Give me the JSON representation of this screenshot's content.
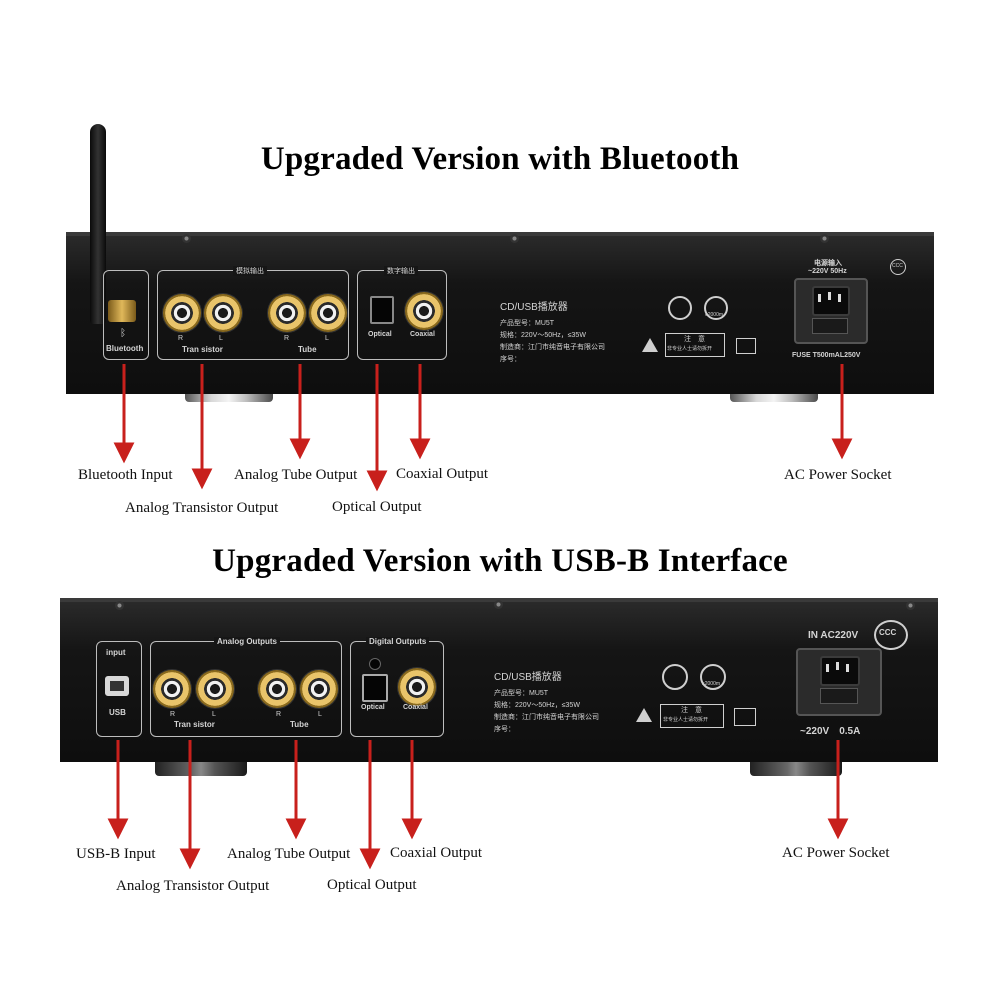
{
  "top": {
    "headline": "Upgraded Version with Bluetooth",
    "panel": {
      "analog_group": "模拟输出",
      "digital_group": "数字输出",
      "bluetooth_label": "Bluetooth",
      "transistor_label": "Tran sistor",
      "tube_label": "Tube",
      "r": "R",
      "l": "L",
      "optical_label": "Optical",
      "coaxial_label": "Coaxial",
      "product_title": "CD/USB播放器",
      "model_line": "产品型号：MU5T",
      "spec_line": "规格：220V～50Hz，≤35W",
      "maker_line": "制造商：江门市纯音电子有限公司",
      "serial_line": "序号：",
      "altitude": "≤2000m",
      "note_title": "注　意",
      "note_body": "非专业人士请勿拆开",
      "power_title": "电源输入",
      "power_spec": "~220V 50Hz",
      "fuse": "FUSE T500mAL250V",
      "cert": "CCC"
    },
    "callouts": {
      "bluetooth_input": "Bluetooth Input",
      "analog_transistor_output": "Analog Transistor Output",
      "analog_tube_output": "Analog Tube Output",
      "optical_output": "Optical Output",
      "coaxial_output": "Coaxial Output",
      "ac_power_socket": "AC Power Socket"
    }
  },
  "bottom": {
    "headline": "Upgraded Version with USB-B Interface",
    "panel": {
      "analog_group": "Analog Outputs",
      "digital_group": "Digital Outputs",
      "input_label": "input",
      "usb_label": "USB",
      "transistor_label": "Tran sistor",
      "tube_label": "Tube",
      "r": "R",
      "l": "L",
      "optical_label": "Optical",
      "coaxial_label": "Coaxial",
      "product_title": "CD/USB播放器",
      "model_line": "产品型号：MU5T",
      "spec_line": "规格：220V～50Hz，≤35W",
      "maker_line": "制造商：江门市纯音电子有限公司",
      "serial_line": "序号：",
      "altitude": "≤2000m",
      "note_title": "注　意",
      "note_body": "非专业人士请勿拆开",
      "power_title": "IN AC220V",
      "power_spec": "~220V　0.5A",
      "cert": "CCC"
    },
    "callouts": {
      "usb_b_input": "USB-B Input",
      "analog_transistor_output": "Analog Transistor Output",
      "analog_tube_output": "Analog Tube Output",
      "optical_output": "Optical Output",
      "coaxial_output": "Coaxial Output",
      "ac_power_socket": "AC Power Socket"
    }
  },
  "colors": {
    "arrow": "#c8201c",
    "panel_text": "#d4d4d4",
    "chassis": "#141414"
  }
}
